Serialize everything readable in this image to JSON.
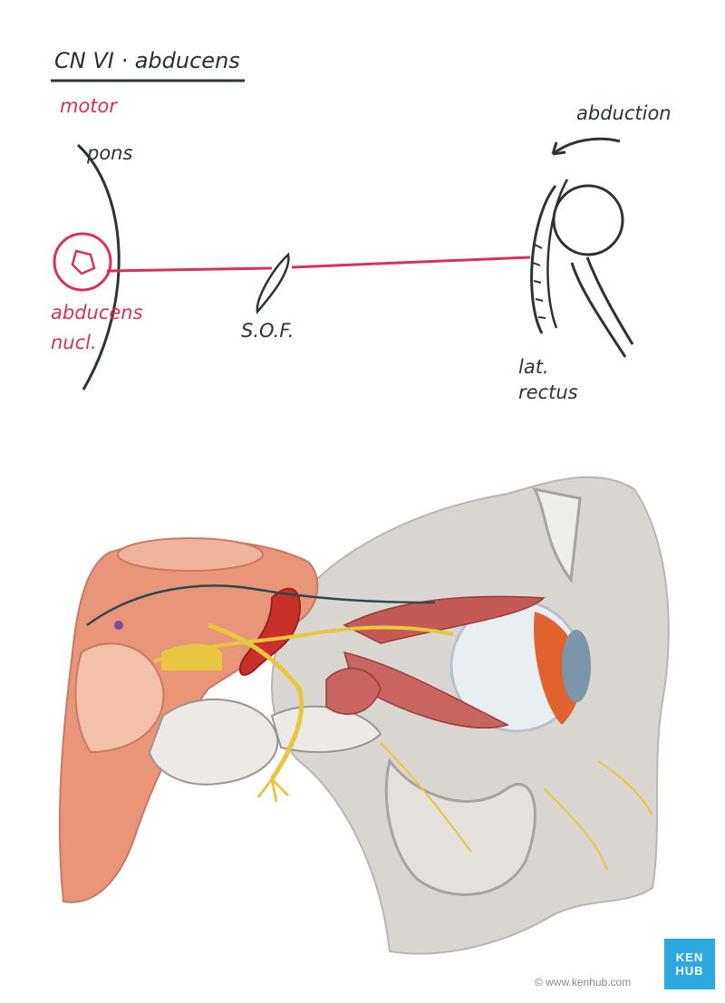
{
  "sketch": {
    "title": "CN VI · abducens",
    "subtitle": "motor",
    "pons_label": "pons",
    "nucleus_label_line1": "abducens",
    "nucleus_label_line2": "nucl.",
    "sof_label": "S.O.F.",
    "muscle_label_line1": "lat.",
    "muscle_label_line2": "rectus",
    "action_label": "abduction"
  },
  "colors": {
    "nerve": "#d8325a",
    "ink": "#2a3434",
    "muscle": "#e8957a",
    "bone": "#d9d6d2",
    "yellow_nerve": "#e8c640",
    "artery": "#c8302c",
    "brand": "#2ba9e0"
  },
  "illustration": {
    "copyright": "© www.kenhub.com",
    "logo_line1": "KEN",
    "logo_line2": "HUB"
  }
}
